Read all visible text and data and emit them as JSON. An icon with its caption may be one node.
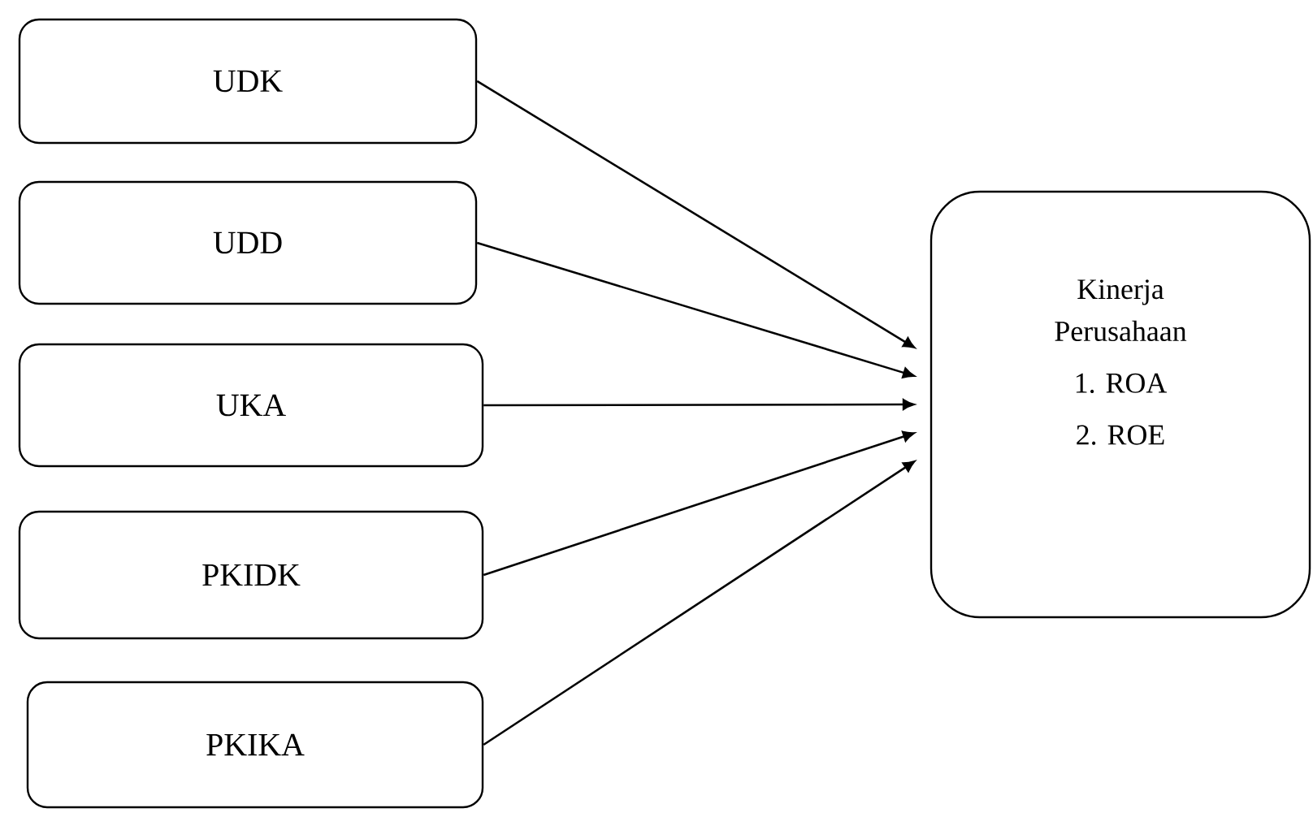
{
  "diagram": {
    "nodes": [
      {
        "text": [
          "UDK"
        ]
      },
      {
        "text": [
          "UDD"
        ]
      },
      {
        "text": [
          "UKA"
        ]
      },
      {
        "text": [
          "PKIDK"
        ]
      },
      {
        "text": [
          "PKIKA"
        ]
      },
      {
        "text": [
          "Kinerja Perusahaan",
          "1. ROA",
          "2. ROE"
        ]
      }
    ],
    "edges": [
      {
        "from": 0,
        "to": 5,
        "arrow": "to"
      },
      {
        "from": 1,
        "to": 5,
        "arrow": "to"
      },
      {
        "from": 2,
        "to": 5,
        "arrow": "to"
      },
      {
        "from": 3,
        "to": 5,
        "arrow": "to"
      },
      {
        "from": 4,
        "to": 5,
        "arrow": "to"
      }
    ]
  }
}
